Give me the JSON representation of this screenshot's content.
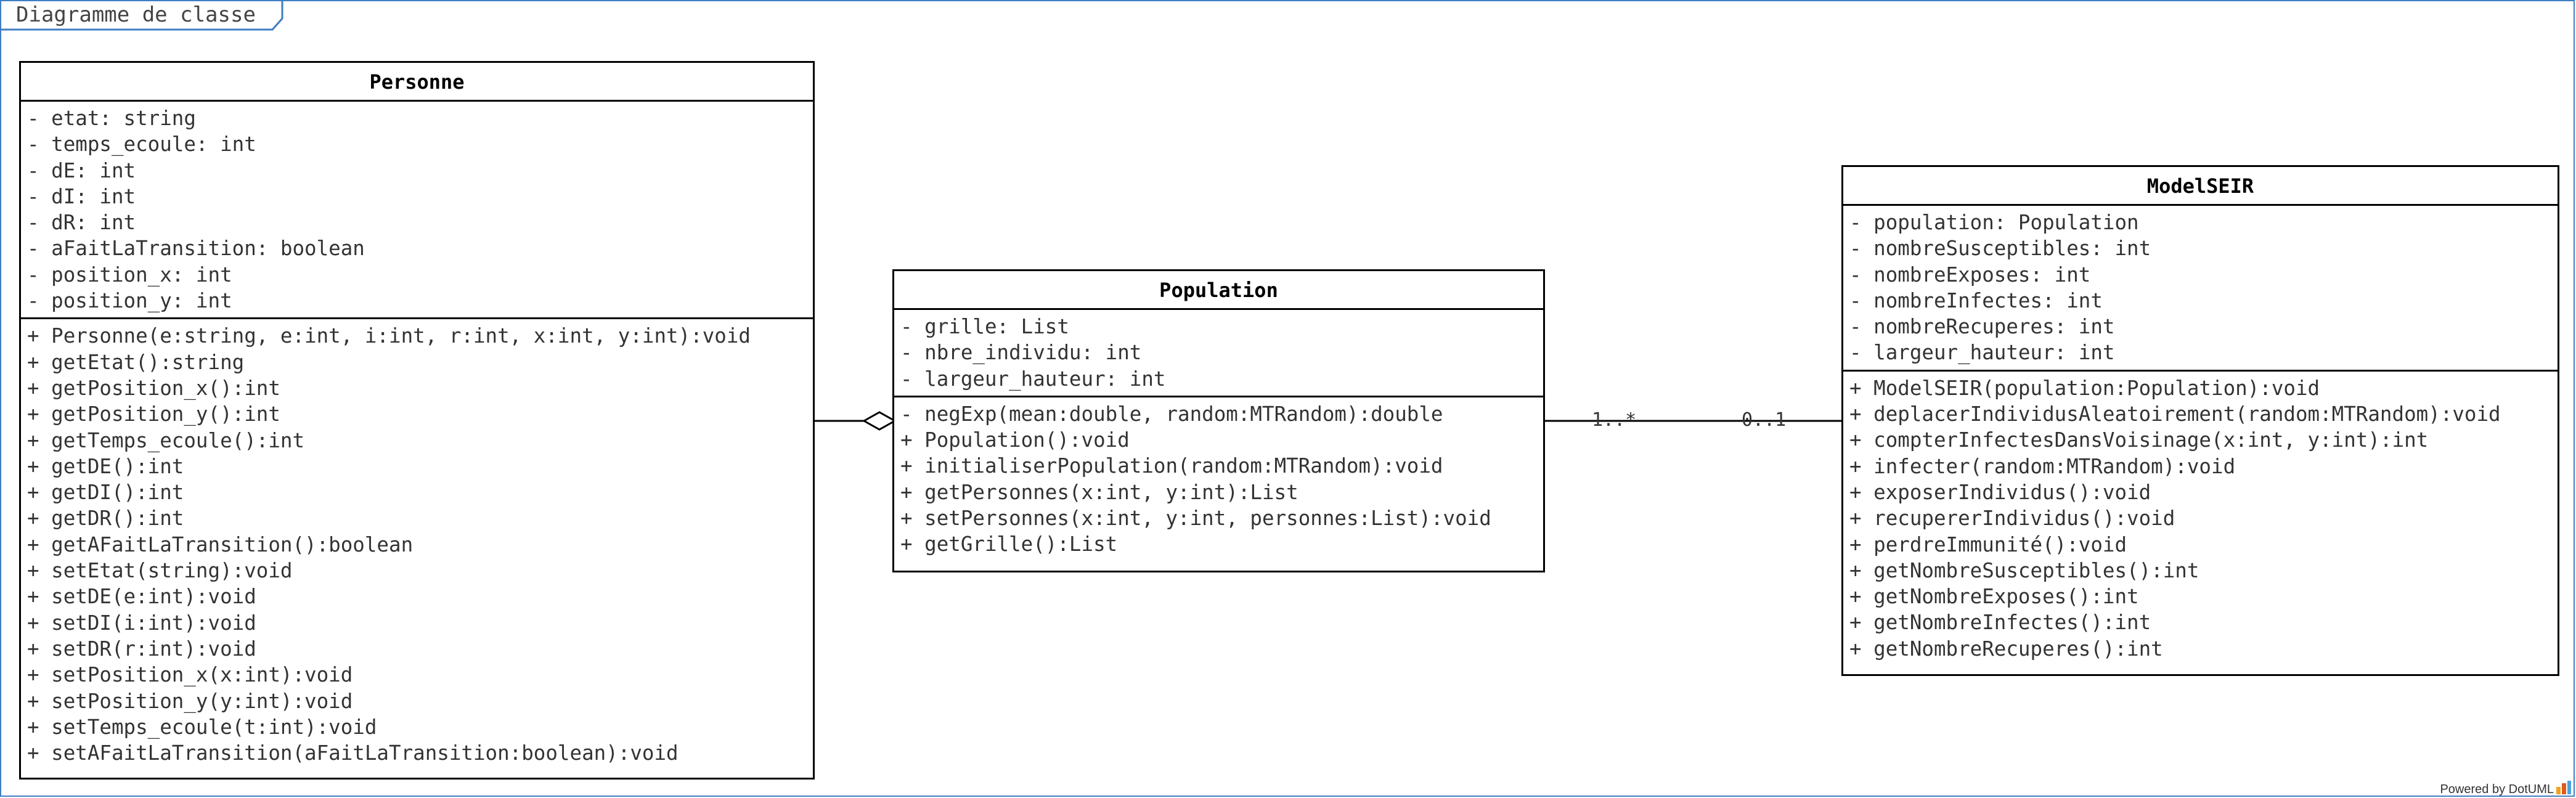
{
  "diagram": {
    "title": "Diagramme de classe",
    "powered_by": "Powered by DotUML"
  },
  "classes": {
    "personne": {
      "name": "Personne",
      "attributes": [
        "- etat: string",
        "- temps_ecoule: int",
        "- dE: int",
        "- dI: int",
        "- dR: int",
        "- aFaitLaTransition: boolean",
        "- position_x: int",
        "- position_y: int"
      ],
      "methods": [
        "+ Personne(e:string, e:int, i:int, r:int, x:int, y:int):void",
        "+ getEtat():string",
        "+ getPosition_x():int",
        "+ getPosition_y():int",
        "+ getTemps_ecoule():int",
        "+ getDE():int",
        "+ getDI():int",
        "+ getDR():int",
        "+ getAFaitLaTransition():boolean",
        "+ setEtat(string):void",
        "+ setDE(e:int):void",
        "+ setDI(i:int):void",
        "+ setDR(r:int):void",
        "+ setPosition_x(x:int):void",
        "+ setPosition_y(y:int):void",
        "+ setTemps_ecoule(t:int):void",
        "+ setAFaitLaTransition(aFaitLaTransition:boolean):void"
      ]
    },
    "population": {
      "name": "Population",
      "attributes": [
        "- grille: List",
        "- nbre_individu: int",
        "- largeur_hauteur: int"
      ],
      "methods": [
        "- negExp(mean:double, random:MTRandom):double",
        "+ Population():void",
        "+ initialiserPopulation(random:MTRandom):void",
        "+ getPersonnes(x:int, y:int):List",
        "+ setPersonnes(x:int, y:int, personnes:List):void",
        "+ getGrille():List"
      ]
    },
    "modelseir": {
      "name": "ModelSEIR",
      "attributes": [
        "- population: Population",
        "- nombreSusceptibles: int",
        "- nombreExposes: int",
        "- nombreInfectes: int",
        "- nombreRecuperes: int",
        "- largeur_hauteur: int"
      ],
      "methods": [
        "+ ModelSEIR(population:Population):void",
        "+ deplacerIndividusAleatoirement(random:MTRandom):void",
        "+ compterInfectesDansVoisinage(x:int, y:int):int",
        "+ infecter(random:MTRandom):void",
        "+ exposerIndividus():void",
        "+ recupererIndividus():void",
        "+ perdreImmunité():void",
        "+ getNombreSusceptibles():int",
        "+ getNombreExposes():int",
        "+ getNombreInfectes():int",
        "+ getNombreRecuperes():int"
      ]
    }
  },
  "relations": {
    "aggregation": {
      "from": "Personne",
      "to": "Population",
      "kind": "aggregation"
    },
    "association": {
      "from": "Population",
      "to": "ModelSEIR",
      "kind": "association",
      "source_multiplicity": "1..*",
      "target_multiplicity": "0..1"
    }
  }
}
